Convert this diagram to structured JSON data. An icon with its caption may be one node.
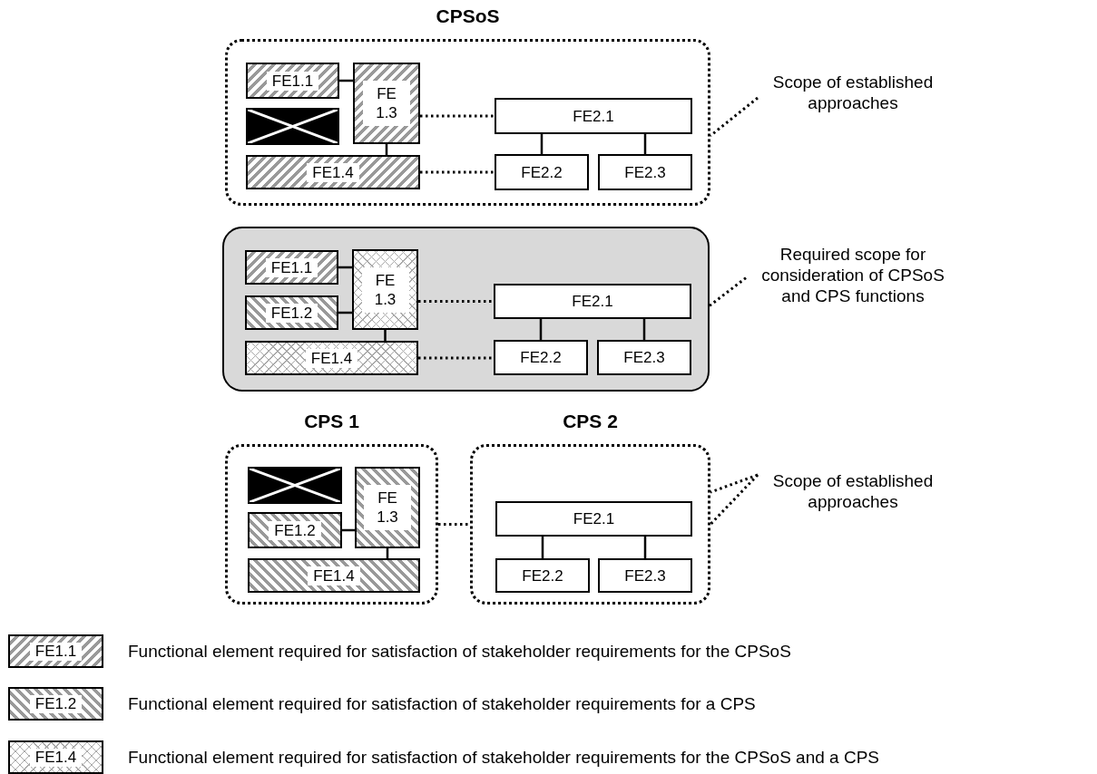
{
  "diagram": {
    "nodes": [
      {
        "text": [
          "CPSoS"
        ]
      },
      {
        "text": [
          "FE1.1"
        ],
        "in": 0
      },
      {
        "text": [
          "FE 1.3"
        ],
        "in": 0
      },
      {
        "text": [],
        "shape": "box",
        "in": 0
      },
      {
        "text": [
          "FE1.4"
        ],
        "in": 0
      },
      {
        "text": [
          "FE2.1"
        ],
        "in": 0
      },
      {
        "text": [
          "FE2.2"
        ],
        "in": 0
      },
      {
        "text": [
          "FE2.3"
        ],
        "in": 0
      },
      {
        "text": [
          "Scope of established approaches"
        ]
      },
      {
        "text": [],
        "shape": "box"
      },
      {
        "text": [
          "FE1.1"
        ],
        "in": 9
      },
      {
        "text": [
          "FE1.2"
        ],
        "in": 9
      },
      {
        "text": [
          "FE 1.3"
        ],
        "in": 9
      },
      {
        "text": [
          "FE1.4"
        ],
        "in": 9
      },
      {
        "text": [
          "FE2.1"
        ],
        "in": 9
      },
      {
        "text": [
          "FE2.2"
        ],
        "in": 9
      },
      {
        "text": [
          "FE2.3"
        ],
        "in": 9
      },
      {
        "text": [
          "Required scope for consideration of CPSoS and CPS functions"
        ]
      },
      {
        "text": [
          "CPS 1"
        ]
      },
      {
        "text": [],
        "shape": "box",
        "in": 18
      },
      {
        "text": [
          "FE 1.3"
        ],
        "in": 18
      },
      {
        "text": [
          "FE1.2"
        ],
        "in": 18
      },
      {
        "text": [
          "FE1.4"
        ],
        "in": 18
      },
      {
        "text": [
          "CPS 2"
        ]
      },
      {
        "text": [
          "FE2.1"
        ],
        "in": 23
      },
      {
        "text": [
          "FE2.2"
        ],
        "in": 23
      },
      {
        "text": [
          "FE2.3"
        ],
        "in": 23
      },
      {
        "text": [
          "Scope of established approaches"
        ]
      }
    ],
    "edges": [
      {
        "from": 1,
        "to": 2,
        "arrow": "none"
      },
      {
        "from": 2,
        "to": 4,
        "arrow": "none"
      },
      {
        "from": 2,
        "to": 5,
        "arrow": "none",
        "style": "dashed"
      },
      {
        "from": 4,
        "to": 6,
        "arrow": "none",
        "style": "dashed"
      },
      {
        "from": 5,
        "to": 6,
        "arrow": "none"
      },
      {
        "from": 5,
        "to": 7,
        "arrow": "none"
      },
      {
        "from": 8,
        "to": 0,
        "arrow": "none",
        "style": "dashed"
      },
      {
        "from": 10,
        "to": 12,
        "arrow": "none"
      },
      {
        "from": 11,
        "to": 12,
        "arrow": "none"
      },
      {
        "from": 12,
        "to": 13,
        "arrow": "none"
      },
      {
        "from": 12,
        "to": 14,
        "arrow": "none",
        "style": "dashed"
      },
      {
        "from": 13,
        "to": 15,
        "arrow": "none",
        "style": "dashed"
      },
      {
        "from": 14,
        "to": 15,
        "arrow": "none"
      },
      {
        "from": 14,
        "to": 16,
        "arrow": "none"
      },
      {
        "from": 17,
        "to": 9,
        "arrow": "none",
        "style": "dashed"
      },
      {
        "from": 21,
        "to": 20,
        "arrow": "none"
      },
      {
        "from": 20,
        "to": 22,
        "arrow": "none"
      },
      {
        "from": 18,
        "to": 23,
        "arrow": "none",
        "style": "dashed"
      },
      {
        "from": 24,
        "to": 25,
        "arrow": "none"
      },
      {
        "from": 24,
        "to": 26,
        "arrow": "none"
      },
      {
        "from": 27,
        "to": 23,
        "arrow": "none",
        "style": "dashed"
      },
      {
        "from": 27,
        "to": 23,
        "arrow": "none",
        "style": "dashed"
      }
    ],
    "labels": [
      "FE1.1",
      "FE1.2",
      "FE1.4"
    ],
    "legend": [
      {
        "text": "Functional element required for satisfaction of stakeholder requirements for the CPSoS"
      },
      {
        "text": "Functional element required for satisfaction of stakeholder requirements for a CPS"
      },
      {
        "text": "Functional element required for satisfaction of stakeholder requirements for the CPSoS and a CPS"
      }
    ]
  }
}
